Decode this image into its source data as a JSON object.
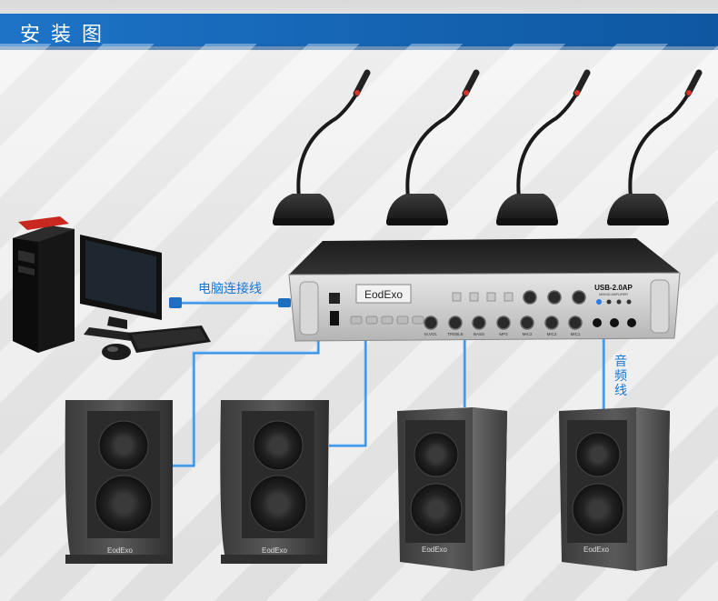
{
  "page": {
    "title": "安装图"
  },
  "labels": {
    "computer_cable": "电脑连接线",
    "audio_cable": "音频线"
  },
  "amplifier": {
    "brand": "EodExo",
    "model": "USB-2.0AP",
    "subtitle": "MIXING AMPLIFIER",
    "knob_labels": [
      "M.VOL",
      "TREBLE",
      "BASS",
      "MP3",
      "MIC2",
      "MIC3",
      "MIC1"
    ]
  },
  "speakers": {
    "brand": "EodExo"
  },
  "colors": {
    "accent": "#1a78d0",
    "cable": "#2f8fe6",
    "title_bar": "#1565b4"
  }
}
